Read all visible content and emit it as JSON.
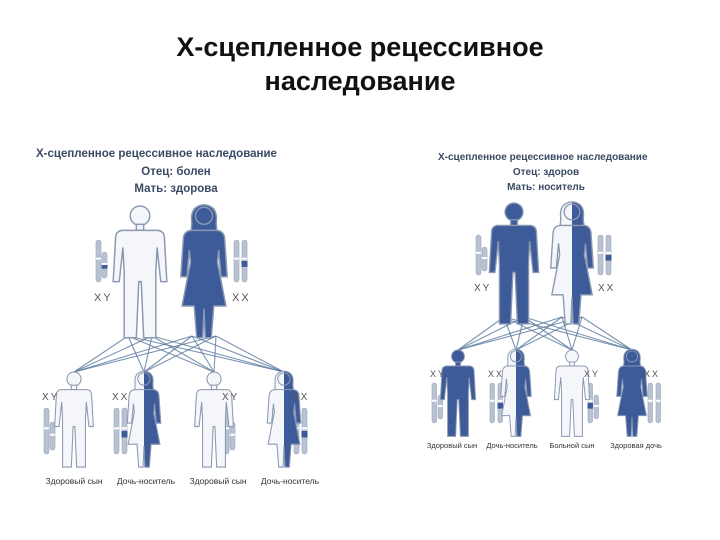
{
  "slide": {
    "title_line1": "X-сцепленное рецессивное",
    "title_line2": "наследование"
  },
  "colors": {
    "affected": "#3d5a99",
    "healthy": "#f5f6f9",
    "outline": "#8a98b2",
    "line": "#5a7a9e",
    "chrom": "#b9c2d2"
  },
  "panels": [
    {
      "title": "Х-сцепленное рецессивное наследование",
      "parent1_label": "Отец: болен",
      "parent2_label": "Мать: здорова",
      "father_genotype": "XY",
      "mother_genotype": "XX",
      "children": [
        {
          "genotype": "XY",
          "caption": "Здоровый сын",
          "status": "healthy"
        },
        {
          "genotype": "XX",
          "caption": "Дочь-носитель",
          "status": "carrier"
        },
        {
          "genotype": "XY",
          "caption": "Здоровый сын",
          "status": "healthy"
        },
        {
          "genotype": "XX",
          "caption": "Дочь-носитель",
          "status": "carrier"
        }
      ]
    },
    {
      "title": "Х-сцепленное рецессивное наследование",
      "parent1_label": "Отец: здоров",
      "parent2_label": "Мать: носитель",
      "father_genotype": "XY",
      "mother_genotype": "XX",
      "children": [
        {
          "genotype": "XY",
          "caption": "Здоровый сын",
          "status": "healthy"
        },
        {
          "genotype": "XX",
          "caption": "Дочь-носитель",
          "status": "carrier"
        },
        {
          "genotype": "XY",
          "caption": "Больной сын",
          "status": "affected"
        },
        {
          "genotype": "XX",
          "caption": "Здоровая дочь",
          "status": "healthy"
        }
      ]
    }
  ]
}
